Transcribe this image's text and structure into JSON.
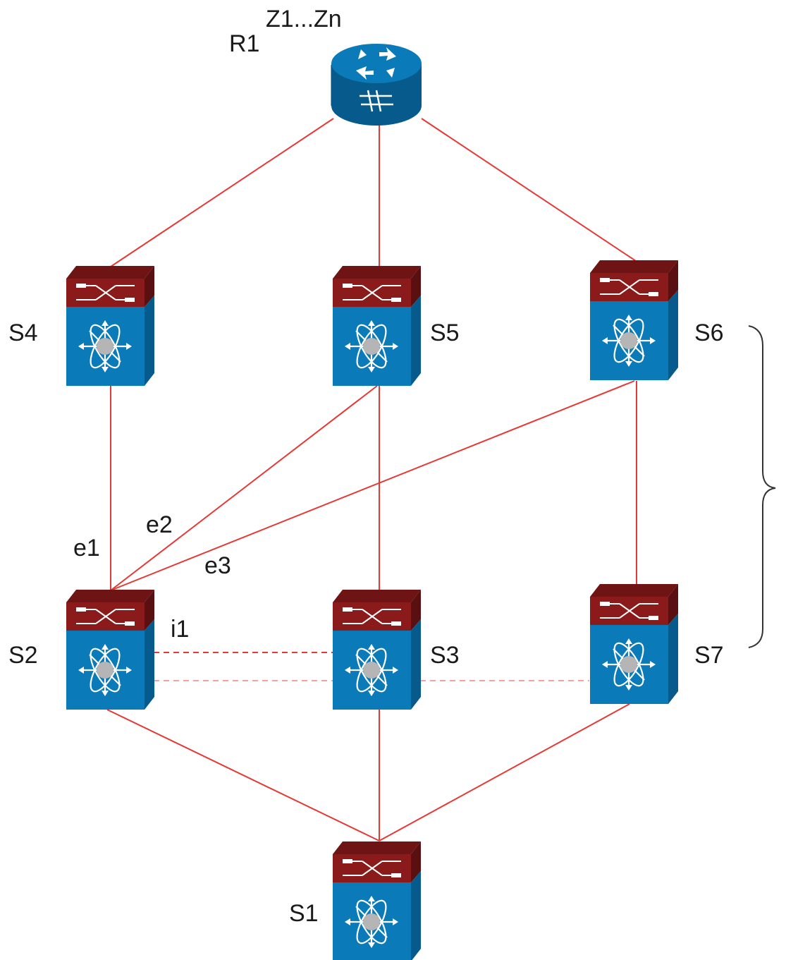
{
  "labels": {
    "router_zone": "Z1...Zn",
    "router": "R1",
    "s1": "S1",
    "s2": "S2",
    "s3": "S3",
    "s4": "S4",
    "s5": "S5",
    "s6": "S6",
    "s7": "S7",
    "e1": "e1",
    "e2": "e2",
    "e3": "e3",
    "i1": "i1"
  },
  "colors": {
    "link": "#e53935",
    "switch_top": "#8b1a1a",
    "switch_top_side": "#6e1414",
    "switch_body": "#0a7ab8",
    "switch_body_side": "#065a8c",
    "router_body": "#0a7ab8",
    "router_dark": "#065a8c",
    "text": "#1a1a1a"
  },
  "icons": {
    "router": "router-icon",
    "switch": "nexus-switch-icon",
    "bracket": "right-brace-icon"
  }
}
